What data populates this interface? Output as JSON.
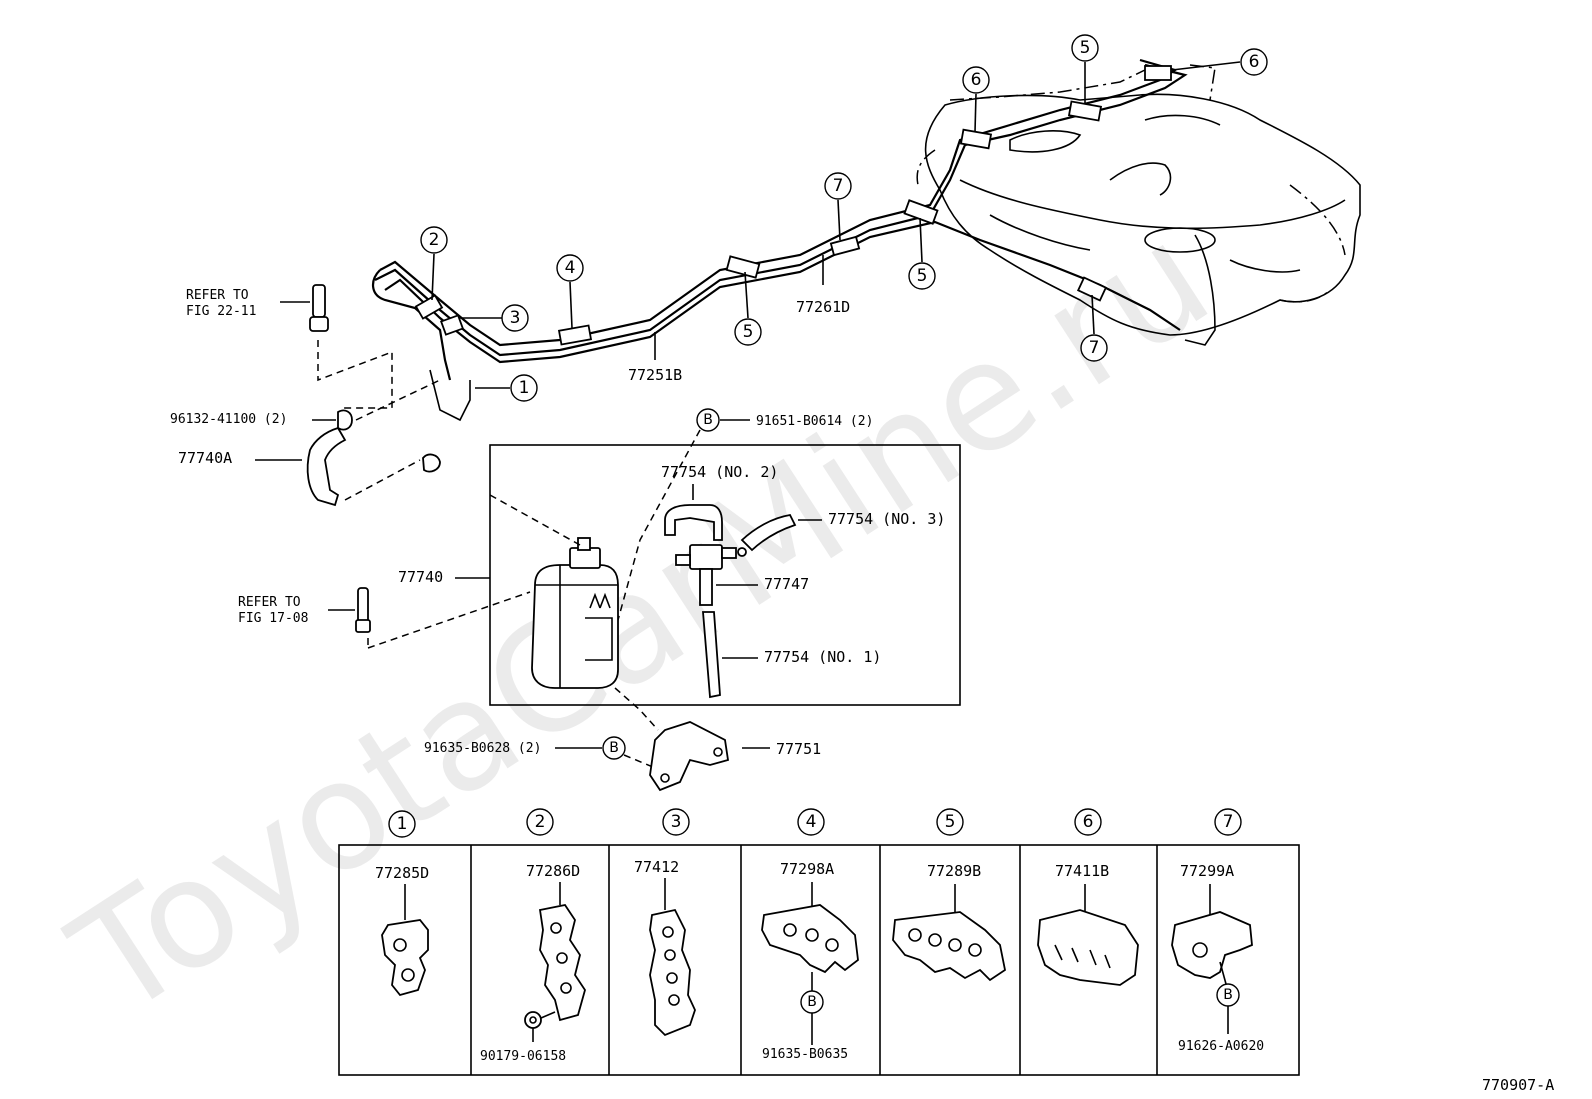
{
  "watermark": "ToyotaCarMine.ru",
  "figure_code": "770907-A",
  "references": [
    {
      "line1": "REFER TO",
      "line2": "FIG 22-11"
    },
    {
      "line1": "REFER TO",
      "line2": "FIG 17-08"
    }
  ],
  "parts": {
    "p77251B": "77251B",
    "p77261D": "77261D",
    "p96132": "96132-41100 (2)",
    "p77740A": "77740A",
    "p91651": "91651-B0614 (2)",
    "p77754_2": "77754 (NO. 2)",
    "p77754_3": "77754 (NO. 3)",
    "p77740": "77740",
    "p77747": "77747",
    "p77754_1": "77754 (NO. 1)",
    "p91635_B0628": "91635-B0628 (2)",
    "p77751": "77751"
  },
  "callouts": [
    "1",
    "2",
    "3",
    "4",
    "5",
    "6",
    "7"
  ],
  "letter_b": "B",
  "clips": [
    {
      "index": "1",
      "part": "77285D",
      "sub": ""
    },
    {
      "index": "2",
      "part": "77286D",
      "sub": "90179-06158"
    },
    {
      "index": "3",
      "part": "77412",
      "sub": ""
    },
    {
      "index": "4",
      "part": "77298A",
      "sub": "91635-B0635"
    },
    {
      "index": "5",
      "part": "77289B",
      "sub": ""
    },
    {
      "index": "6",
      "part": "77411B",
      "sub": ""
    },
    {
      "index": "7",
      "part": "77299A",
      "sub": "91626-A0620"
    }
  ]
}
